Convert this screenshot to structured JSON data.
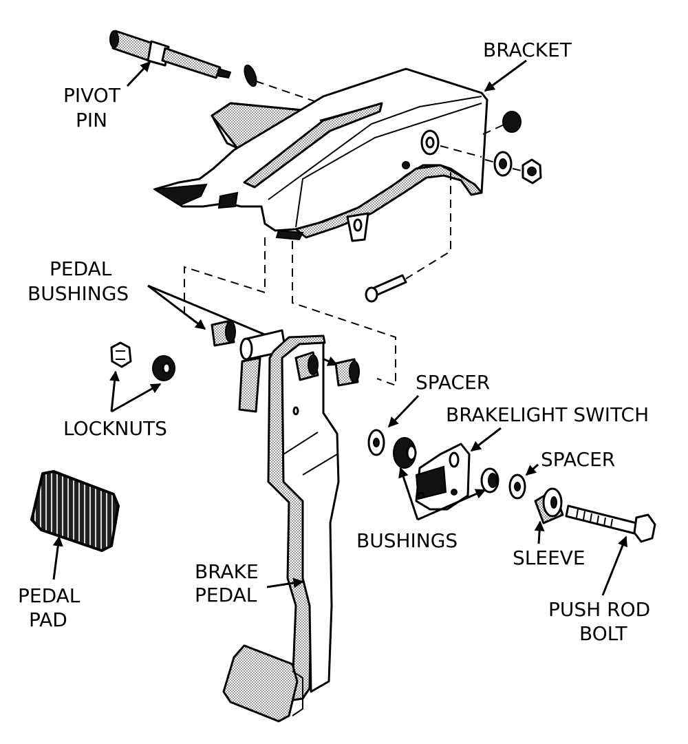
{
  "diagram": {
    "title": "Brake pedal assembly exploded view",
    "colors": {
      "ink": "#000000",
      "paper": "#ffffff"
    },
    "labels": {
      "pivot_pin": [
        "PIVOT",
        "PIN"
      ],
      "bracket": "BRACKET",
      "pedal_bushings": [
        "PEDAL",
        "BUSHINGS"
      ],
      "locknuts": "LOCKNUTS",
      "spacer_top": "SPACER",
      "brakelight_switch": "BRAKELIGHT SWITCH",
      "spacer_right": "SPACER",
      "bushings": "BUSHINGS",
      "sleeve": "SLEEVE",
      "pedal_pad": [
        "PEDAL",
        "PAD"
      ],
      "brake_pedal": [
        "BRAKE",
        "PEDAL"
      ],
      "push_rod_bolt": [
        "PUSH ROD",
        "BOLT"
      ]
    }
  }
}
